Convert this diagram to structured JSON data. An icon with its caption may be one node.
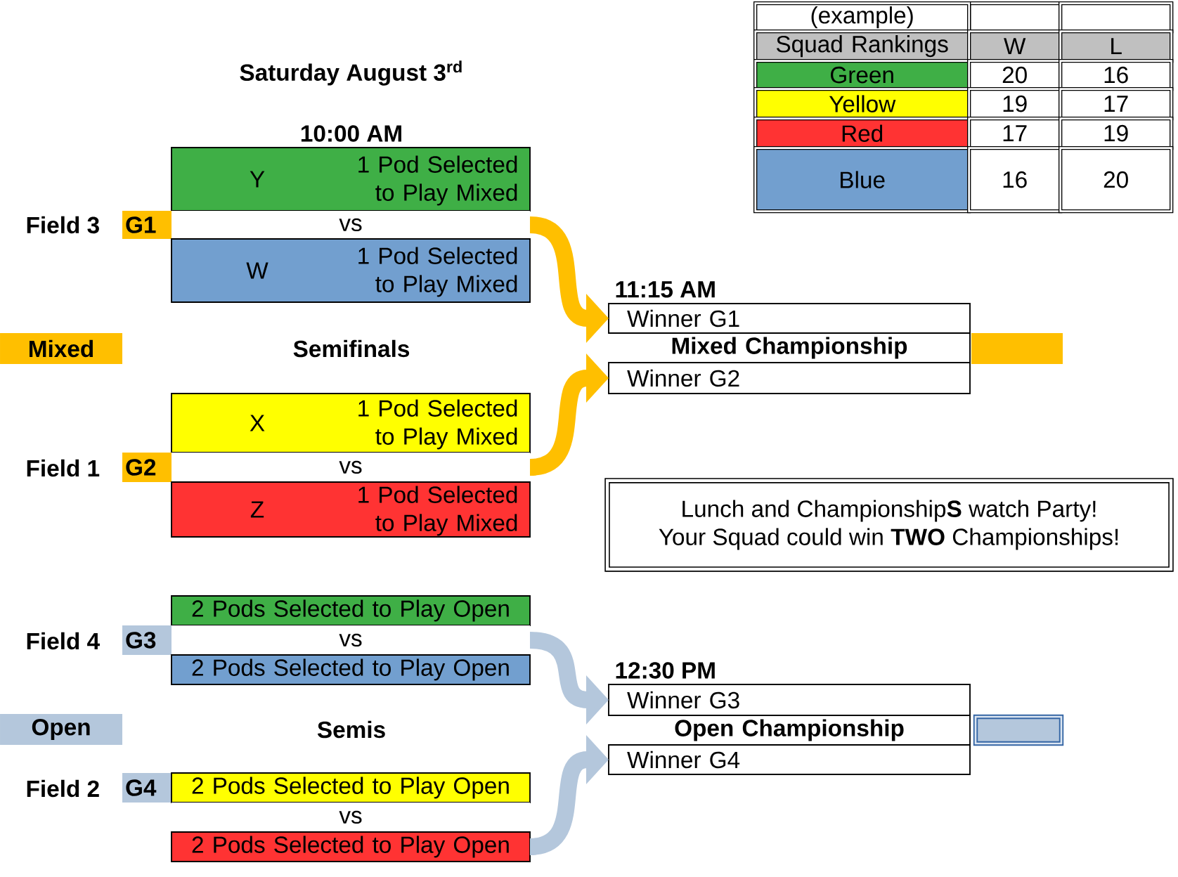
{
  "diagram": {
    "title": "Saturday August 3$^{rd}$",
    "nodes": [
      {
        "text": [
          "Y",
          "1 Pod Selected to Play Mixed"
        ],
        "beside": [
          "10:00 AM"
        ]
      },
      {
        "text": [
          "G1"
        ]
      },
      {
        "text": [
          "vs"
        ]
      },
      {
        "text": [
          "W",
          "1 Pod Selected to Play Mixed"
        ]
      },
      {
        "text": [
          "Mixed"
        ]
      },
      {
        "text": [
          "X",
          "1 Pod Selected to Play Mixed"
        ]
      },
      {
        "text": [
          "G2"
        ]
      },
      {
        "text": [
          "vs"
        ]
      },
      {
        "text": [
          "Z",
          "1 Pod Selected to Play Mixed"
        ]
      },
      {
        "text": [
          "2 Pods Selected to Play Open"
        ]
      },
      {
        "text": [
          "G3"
        ]
      },
      {
        "text": [
          "vs"
        ]
      },
      {
        "text": [
          "2 Pods Selected to Play Open"
        ]
      },
      {
        "text": [
          "Open"
        ]
      },
      {
        "text": [
          "G4"
        ]
      },
      {
        "text": [
          "2 Pods Selected to Play Open"
        ]
      },
      {
        "text": [
          "vs"
        ]
      },
      {
        "text": [
          "2 Pods Selected to Play Open"
        ]
      },
      {
        "text": [
          "Winner G1"
        ],
        "beside": [
          "11:15 AM"
        ]
      },
      {
        "text": [
          "Mixed Championship"
        ]
      },
      {
        "text": [],
        "shape": "box"
      },
      {
        "text": [
          "Winner G2"
        ]
      },
      {
        "text": [
          "Lunch and Championship**S** watch Party!",
          "Your Squad could win **TWO** Championships!"
        ]
      },
      {
        "text": [
          "Winner G3"
        ],
        "beside": [
          "12:30 PM"
        ]
      },
      {
        "text": [
          "Open Championship"
        ]
      },
      {
        "text": [],
        "shape": "box"
      },
      {
        "text": [
          "Winner G4"
        ]
      }
    ],
    "edges": [
      {
        "from": 2,
        "to": 18,
        "arrow": "to",
        "color": "#ffbf00"
      },
      {
        "from": 7,
        "to": 21,
        "arrow": "to",
        "color": "#ffbf00"
      },
      {
        "from": 11,
        "to": 23,
        "arrow": "to",
        "color": "#b4c7dc"
      },
      {
        "from": 17,
        "to": 26,
        "arrow": "to",
        "color": "#b4c7dc"
      }
    ],
    "labels": [
      "(example)",
      "Squad Rankings",
      "W",
      "L",
      "Green",
      "20",
      "16",
      "Yellow",
      "19",
      "17",
      "Red",
      "17",
      "19",
      "Blue",
      "16",
      "20",
      "Field 3",
      "Semifinals",
      "Field 1",
      "Field 4",
      "Semis",
      "Field 2"
    ]
  }
}
